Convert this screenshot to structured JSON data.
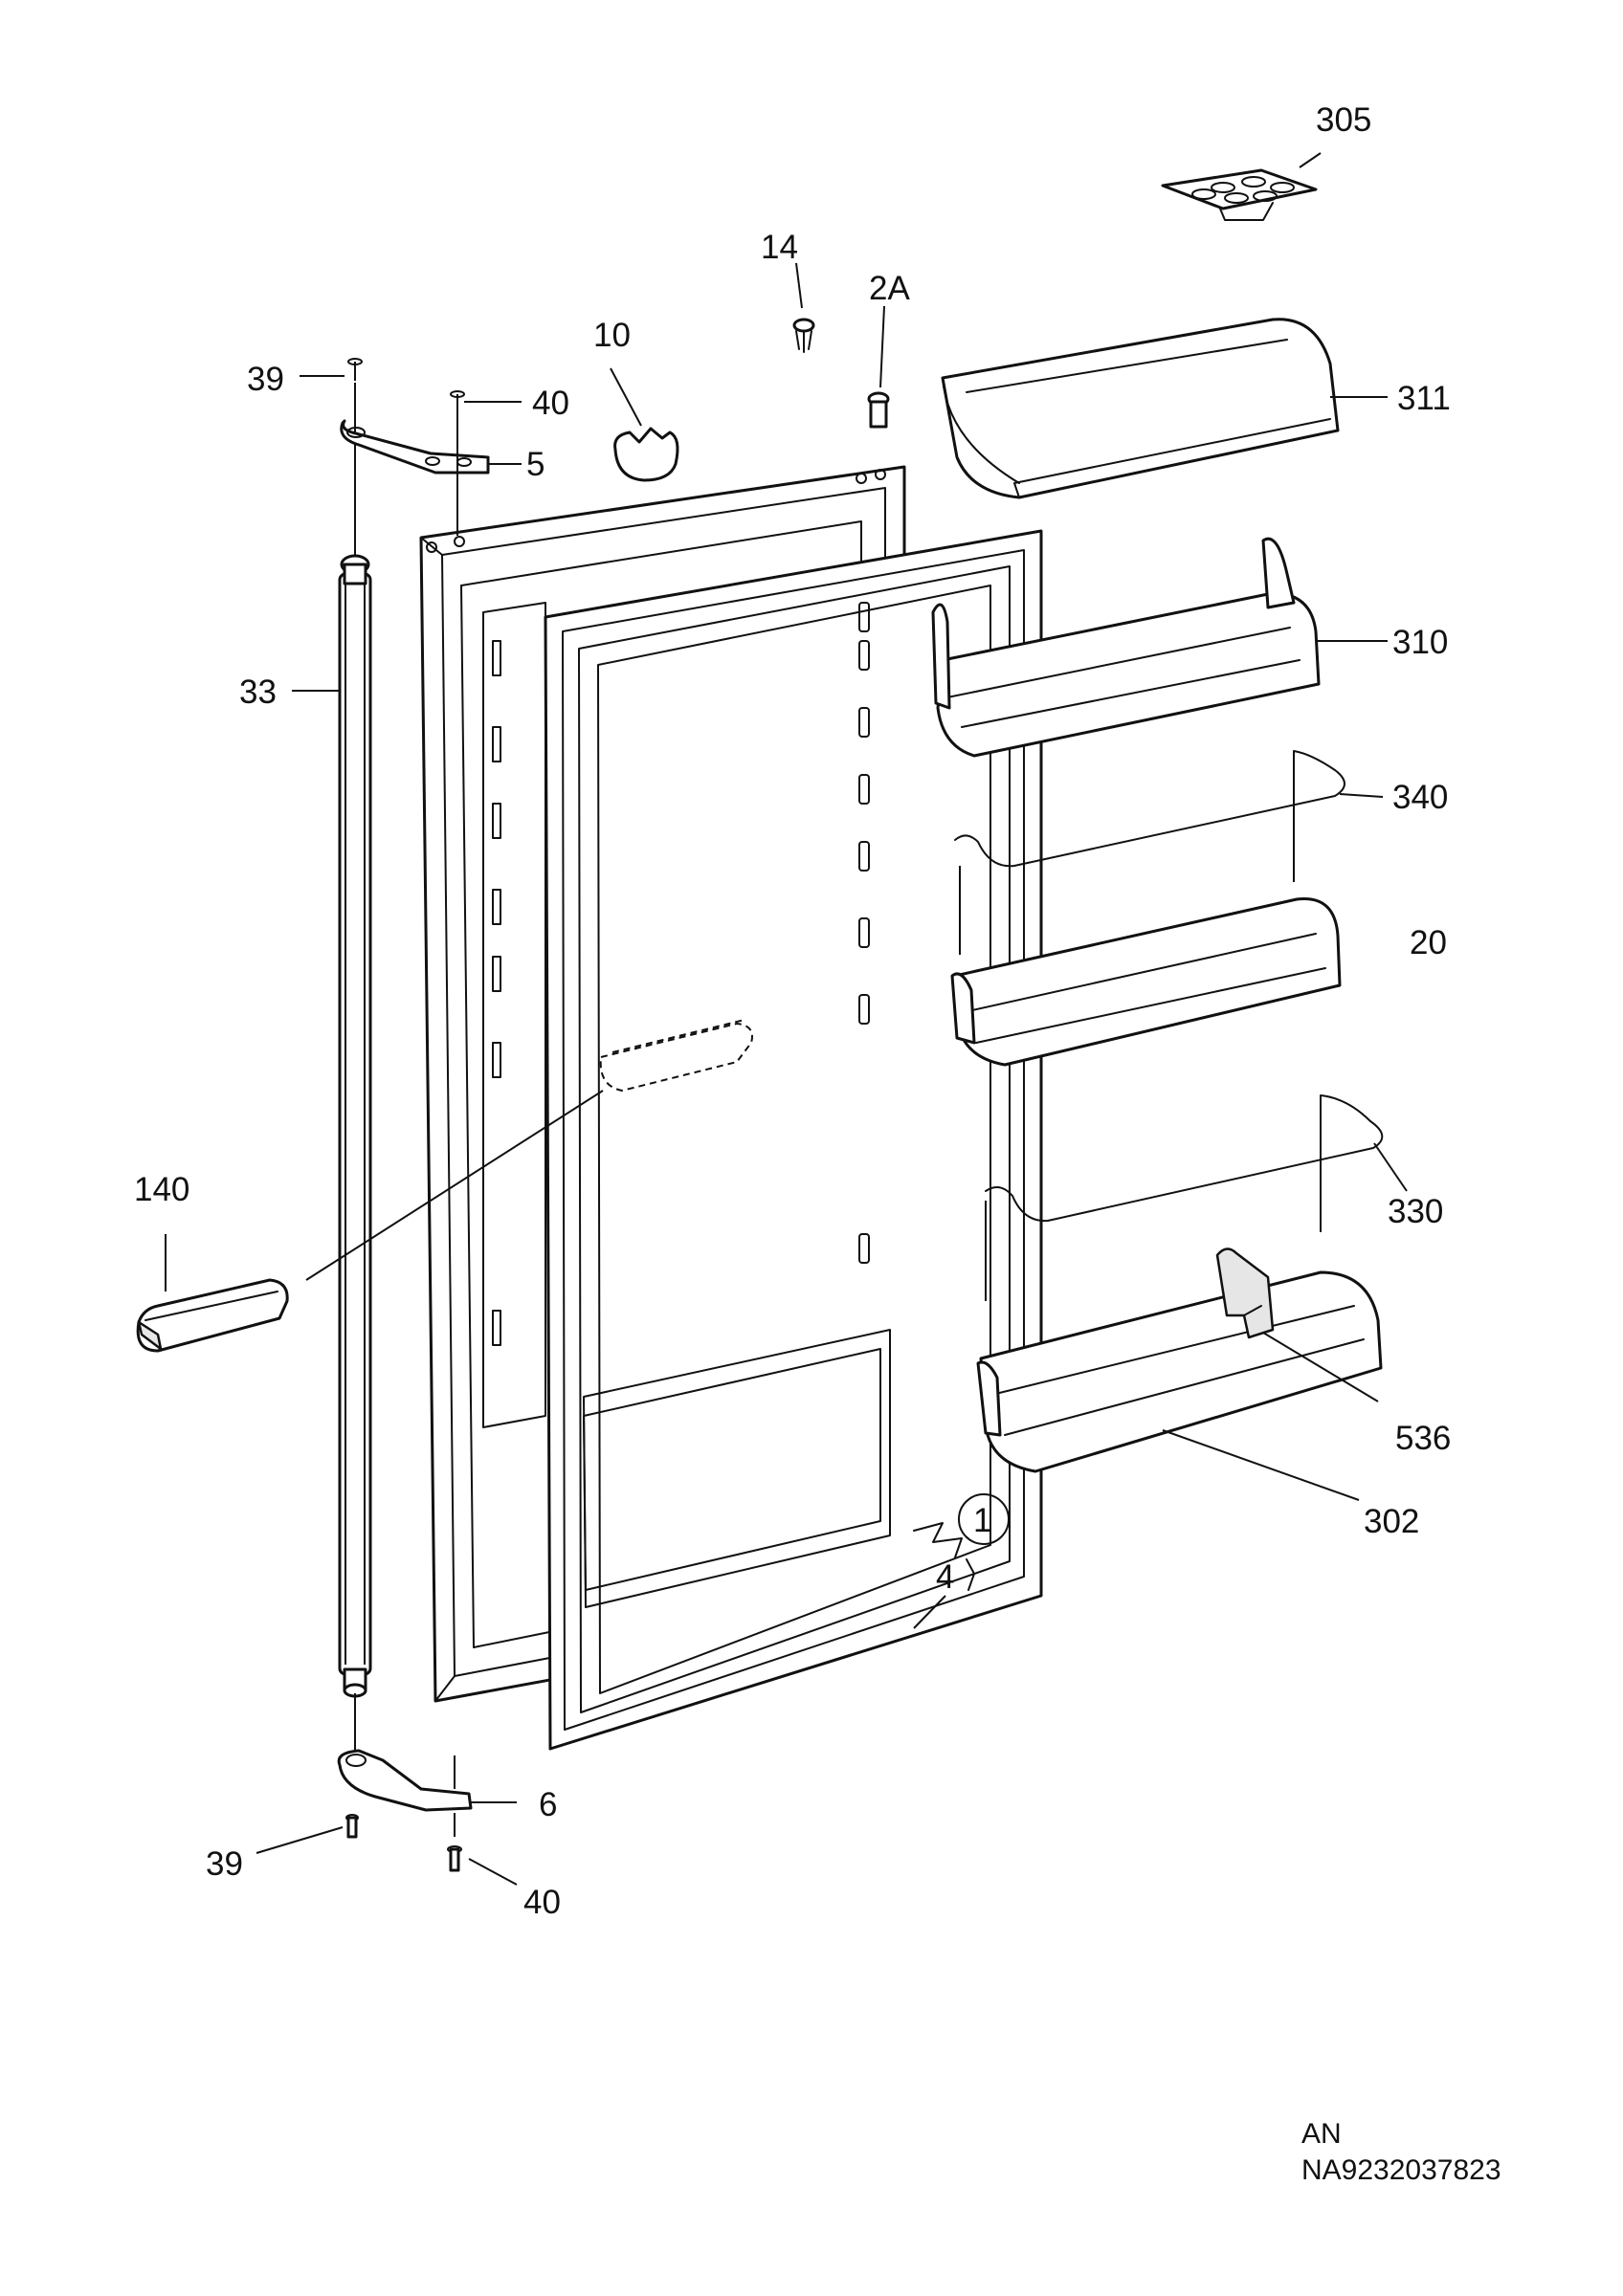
{
  "labels": {
    "p305": "305",
    "p14": "14",
    "p2a": "2A",
    "p10": "10",
    "p39_top": "39",
    "p40_top": "40",
    "p5": "5",
    "p311": "311",
    "p33": "33",
    "p310": "310",
    "p340": "340",
    "p20": "20",
    "p140": "140",
    "p330": "330",
    "p536": "536",
    "p1": "1",
    "p302": "302",
    "p4": "4",
    "p6": "6",
    "p39_bottom": "39",
    "p40_bottom": "40"
  },
  "footer": {
    "code": "AN",
    "id": "NA9232037823"
  }
}
